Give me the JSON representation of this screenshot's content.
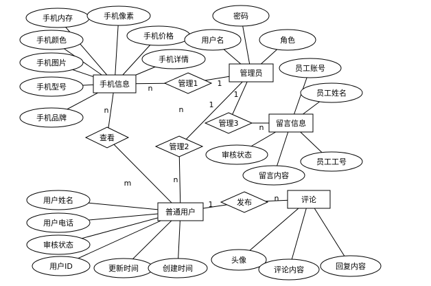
{
  "entities": [
    {
      "id": "phone_info",
      "label": "手机信息"
    },
    {
      "id": "admin",
      "label": "管理员"
    },
    {
      "id": "message_info",
      "label": "留言信息"
    },
    {
      "id": "normal_user",
      "label": "普通用户"
    },
    {
      "id": "comment",
      "label": "评论"
    }
  ],
  "relationships": [
    {
      "id": "manage1",
      "label": "管理1"
    },
    {
      "id": "manage2",
      "label": "管理2"
    },
    {
      "id": "manage3",
      "label": "管理3"
    },
    {
      "id": "view",
      "label": "查看"
    },
    {
      "id": "publish",
      "label": "发布"
    }
  ],
  "attributes": [
    {
      "id": "phone_memory",
      "label": "手机内存"
    },
    {
      "id": "phone_pixel",
      "label": "手机像素"
    },
    {
      "id": "phone_color",
      "label": "手机颜色"
    },
    {
      "id": "phone_price",
      "label": "手机价格"
    },
    {
      "id": "phone_image",
      "label": "手机图片"
    },
    {
      "id": "phone_detail",
      "label": "手机详情"
    },
    {
      "id": "phone_model",
      "label": "手机型号"
    },
    {
      "id": "phone_brand",
      "label": "手机品牌"
    },
    {
      "id": "password",
      "label": "密码"
    },
    {
      "id": "username",
      "label": "用户名"
    },
    {
      "id": "role",
      "label": "角色"
    },
    {
      "id": "staff_account",
      "label": "员工账号"
    },
    {
      "id": "staff_name",
      "label": "员工姓名"
    },
    {
      "id": "staff_no",
      "label": "员工工号"
    },
    {
      "id": "msg_review_status",
      "label": "审核状态"
    },
    {
      "id": "msg_content",
      "label": "留言内容"
    },
    {
      "id": "user_name",
      "label": "用户姓名"
    },
    {
      "id": "user_phone",
      "label": "用户电话"
    },
    {
      "id": "user_review_status",
      "label": "审核状态"
    },
    {
      "id": "user_id",
      "label": "用户ID"
    },
    {
      "id": "update_time",
      "label": "更新时间"
    },
    {
      "id": "create_time",
      "label": "创建时间"
    },
    {
      "id": "avatar",
      "label": "头像"
    },
    {
      "id": "comment_content",
      "label": "评论内容"
    },
    {
      "id": "reply_content",
      "label": "回复内容"
    }
  ],
  "cardinalities": [
    "n",
    "1",
    "1",
    "n",
    "1",
    "n",
    "n",
    "m",
    "n",
    "1",
    "n"
  ]
}
